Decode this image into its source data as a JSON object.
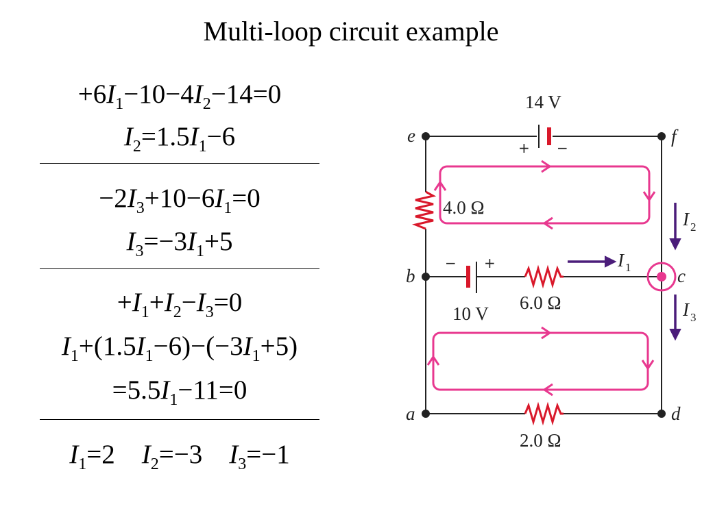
{
  "title": "Multi-loop circuit example",
  "equations": {
    "loop1": [
      "+6",
      "I",
      "1",
      "−10−4",
      "I",
      "2",
      "−14=0"
    ],
    "loop1_solve": [
      "I",
      "2",
      "=1.5",
      "I",
      "1",
      "−6"
    ],
    "loop2": [
      "−2",
      "I",
      "3",
      "+10−6",
      "I",
      "1",
      "=0"
    ],
    "loop2_solve": [
      "I",
      "3",
      "=−3",
      "I",
      "1",
      "+5"
    ],
    "junction": [
      "+",
      "I",
      "1",
      "+",
      "I",
      "2",
      "−",
      "I",
      "3",
      "=0"
    ],
    "subst": [
      "I",
      "1",
      "+(1.5",
      "I",
      "1",
      "−6)−(−3",
      "I",
      "1",
      "+5)"
    ],
    "subst_result": [
      "=5.5",
      "I",
      "1",
      "−11=0"
    ],
    "answer": [
      "I",
      "1",
      "=2",
      "I",
      "2",
      "=−3",
      "I",
      "3",
      "=−1"
    ]
  },
  "circuit": {
    "battery_top_label": "14 V",
    "battery_mid_label": "10 V",
    "resistor_left_label": "4.0 Ω",
    "resistor_mid_label": "6.0 Ω",
    "resistor_bottom_label": "2.0 Ω",
    "plus": "+",
    "minus": "−",
    "nodes": {
      "e": "e",
      "f": "f",
      "b": "b",
      "c": "c",
      "a": "a",
      "d": "d"
    },
    "currents": {
      "I1": {
        "letter": "I",
        "sub": "1"
      },
      "I2": {
        "letter": "I",
        "sub": "2"
      },
      "I3": {
        "letter": "I",
        "sub": "3"
      }
    },
    "colors": {
      "loop": "#e8388f",
      "current": "#4b1d7a",
      "battery_pos": "#d9182a",
      "resistor": "#d9182a",
      "wire": "#222222"
    }
  }
}
